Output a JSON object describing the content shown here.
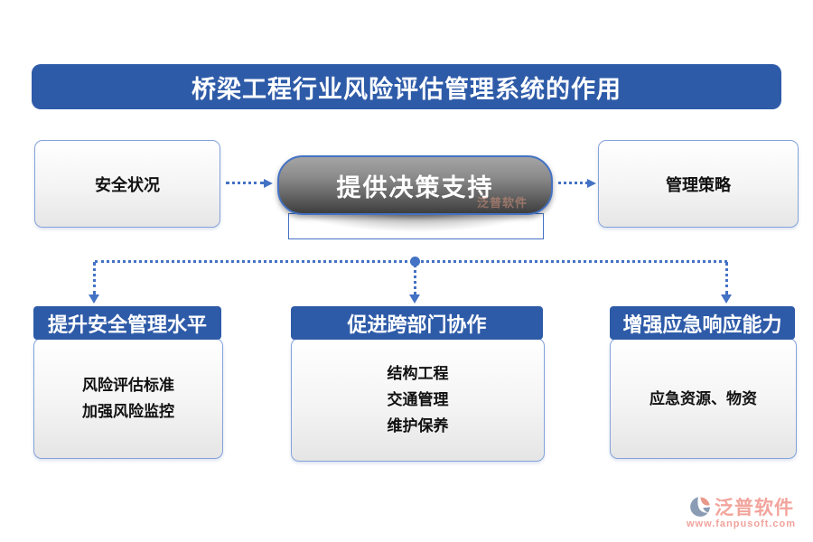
{
  "title": "桥梁工程行业风险评估管理系统的作用",
  "colors": {
    "banner_blue": "#2E5BA8",
    "connector_blue": "#4472C4",
    "box_border_blue": "#84A3DA",
    "pill_dark_gray": "#3E3E3E",
    "logo_salmon": "#F2A49C"
  },
  "flow": {
    "input_box": "安全状况",
    "center_box": "提供决策支持",
    "center_watermark": "泛普软件",
    "output_box": "管理策略"
  },
  "groups": [
    {
      "header": "提升安全管理水平",
      "items": [
        "风险评估标准",
        "加强风险监控"
      ]
    },
    {
      "header": "促进跨部门协作",
      "items": [
        "结构工程",
        "交通管理",
        "维护保养"
      ]
    },
    {
      "header": "增强应急响应能力",
      "items": [
        "应急资源、物资"
      ]
    }
  ],
  "footer": {
    "brand": "泛普软件",
    "url": "www.fanpusoft.com"
  }
}
